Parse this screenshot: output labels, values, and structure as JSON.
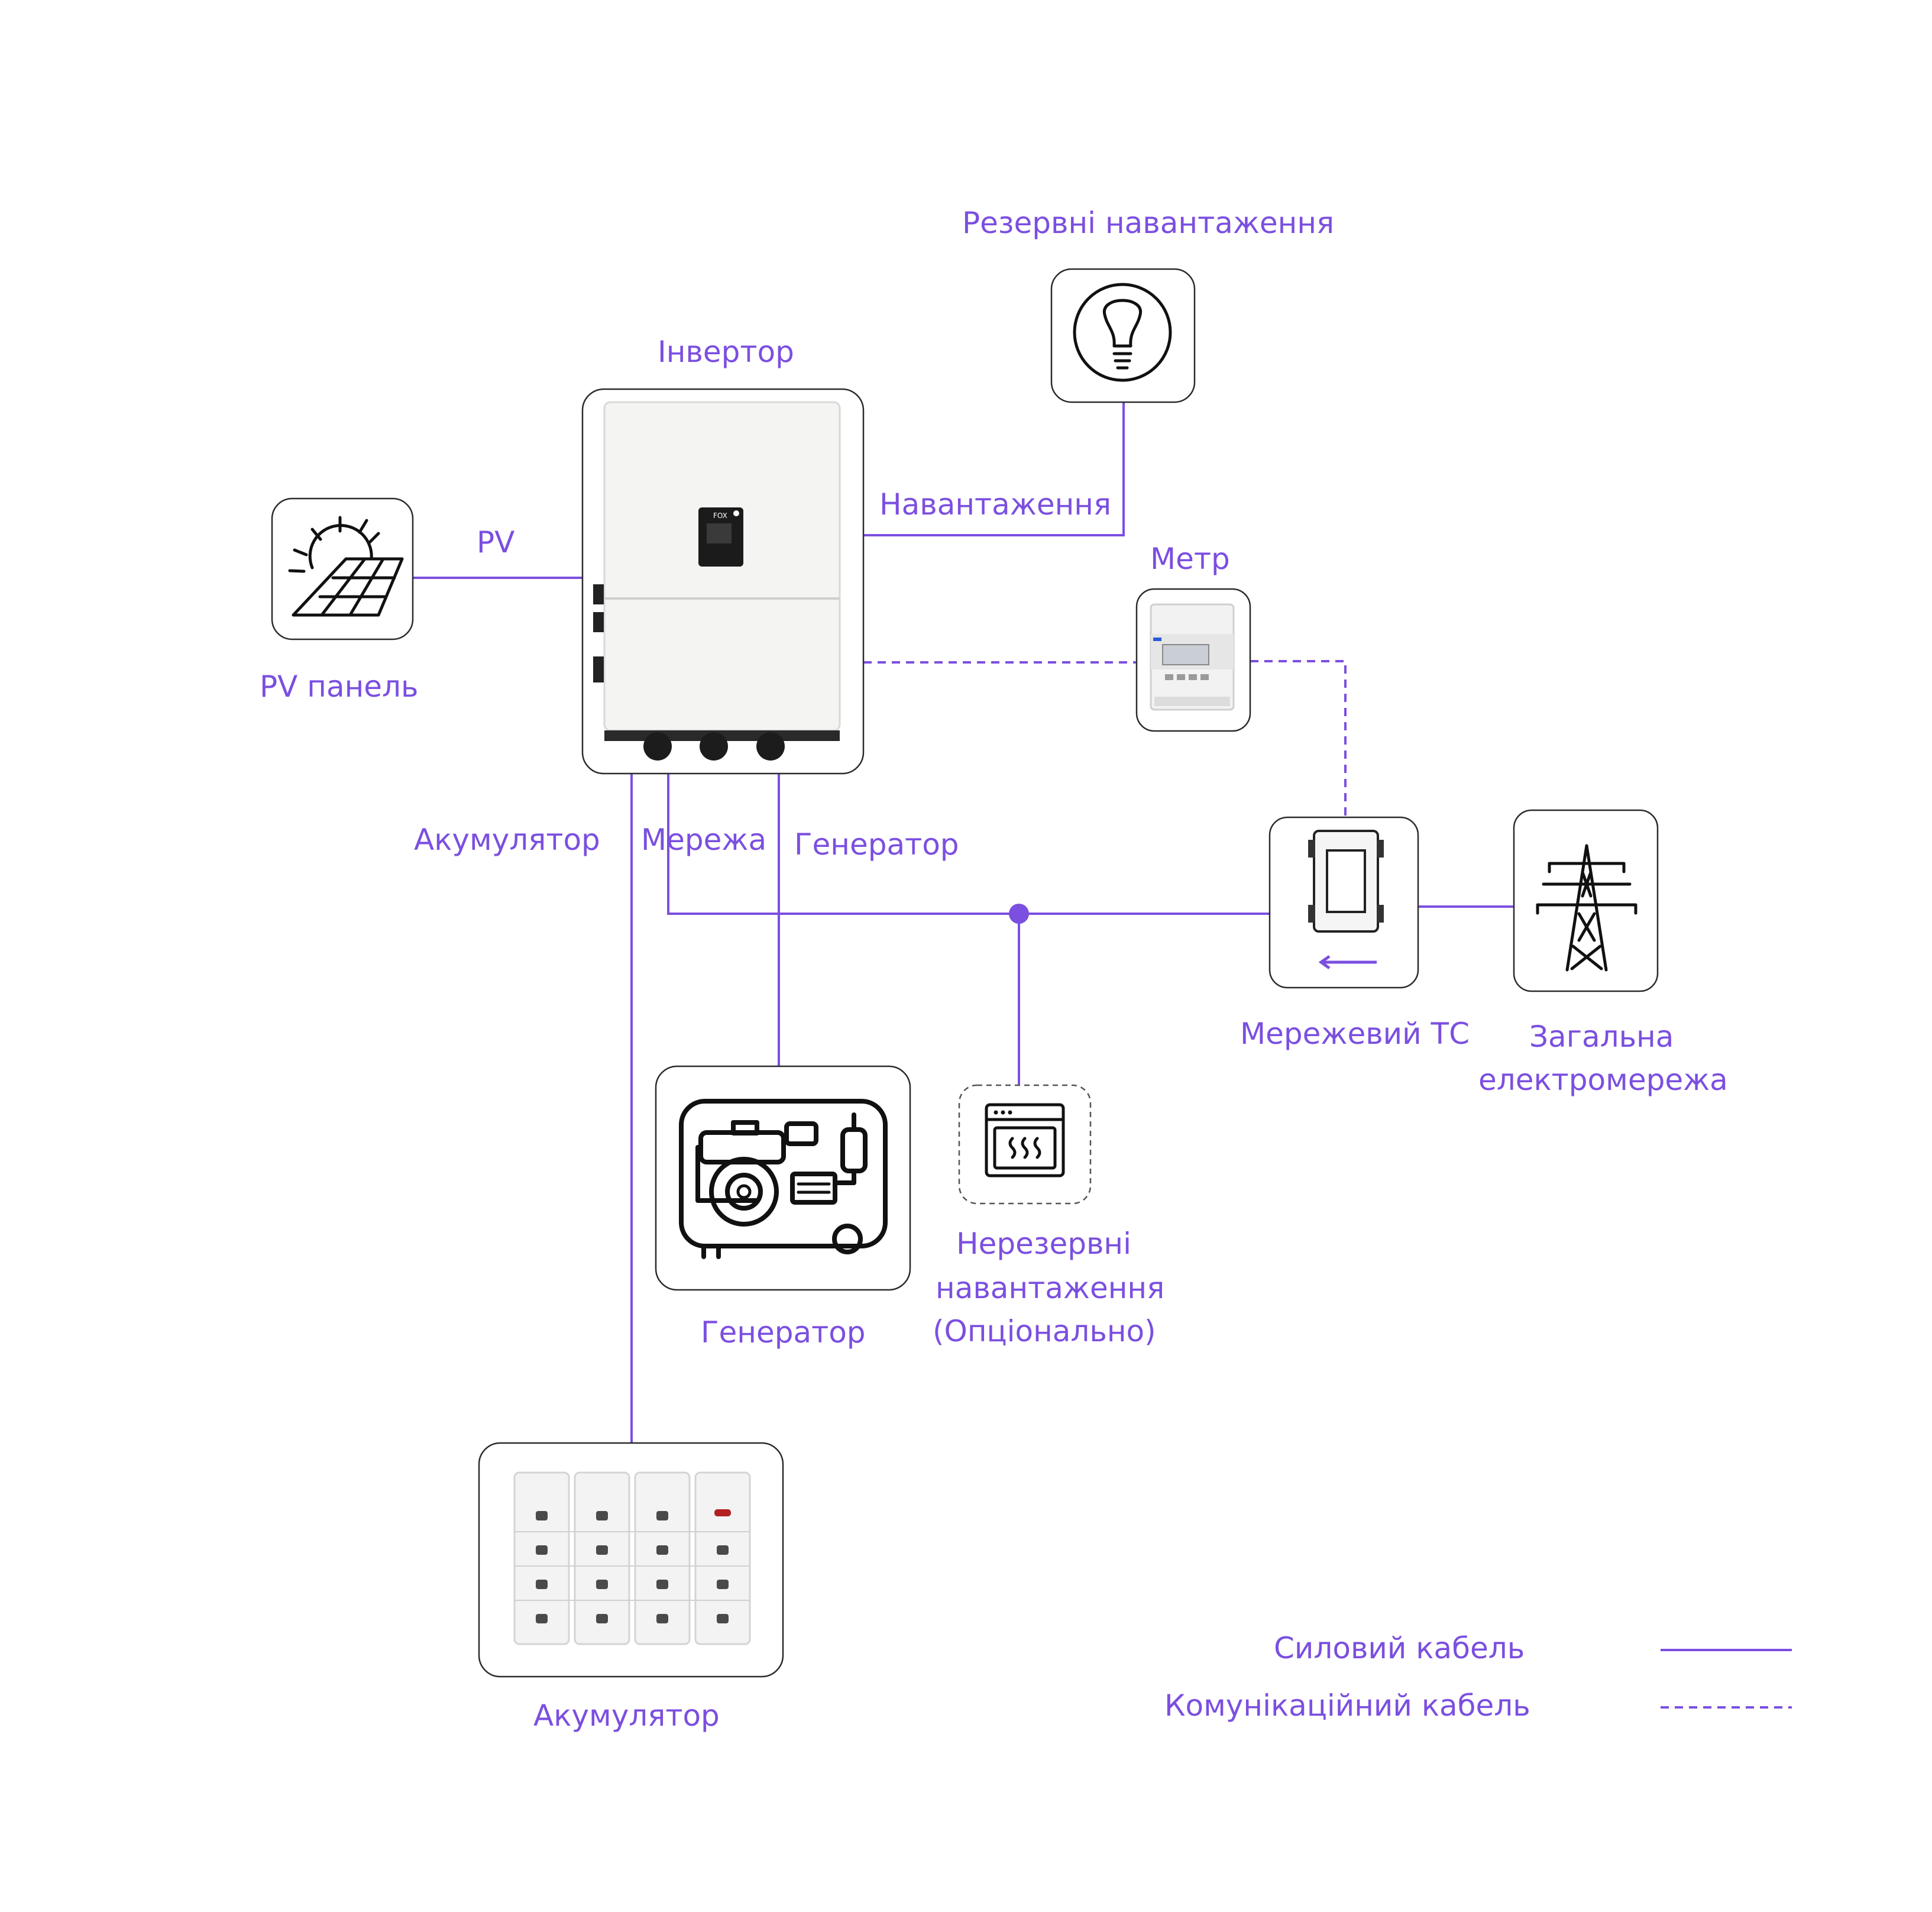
{
  "colors": {
    "accent": "#7b4fe0",
    "box_border": "#2b2b2b",
    "icon": "#111111"
  },
  "labels": {
    "backup_loads": "Резервні навантаження",
    "inverter": "Інвертор",
    "load": "Навантаження",
    "pv": "PV",
    "pv_panel": "PV панель",
    "meter": "Метр",
    "battery_link": "Акумулятор",
    "grid_link": "Мережа",
    "generator_link": "Генератор",
    "grid_ct": "Мережевий ТС",
    "utility_grid_line1": "Загальна",
    "utility_grid_line2": "електромережа",
    "generator": "Генератор",
    "nonbackup_line1": "Нерезервні",
    "nonbackup_line2": "навантаження",
    "nonbackup_line3": "(Опціонально)",
    "battery": "Акумулятор",
    "inverter_brand": "FOX"
  },
  "legend": {
    "power_cable": "Силовий кабель",
    "comm_cable": "Комунікаційний кабель"
  },
  "icons": {
    "pv": "solar-panel-icon",
    "backup": "light-bulb-icon",
    "meter": "energy-meter-icon",
    "ct": "current-transformer-icon",
    "grid": "power-pylon-icon",
    "generator": "generator-icon",
    "nonbackup": "oven-icon",
    "battery": "battery-stack-icon",
    "inverter": "hybrid-inverter-icon"
  }
}
